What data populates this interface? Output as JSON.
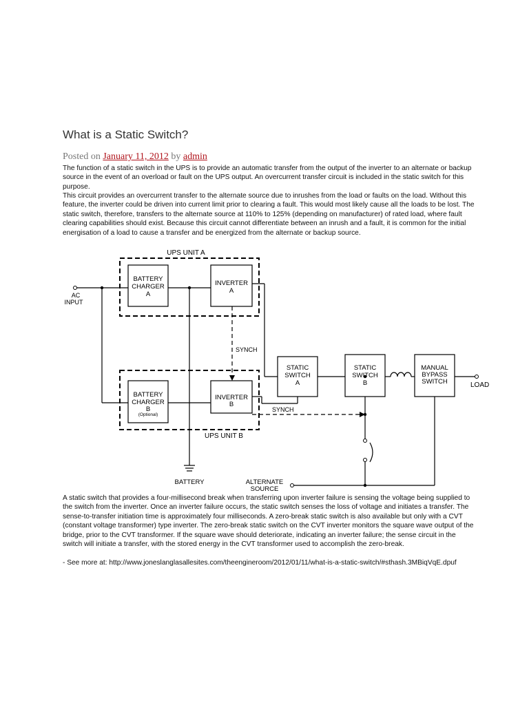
{
  "article": {
    "title": "What is a Static Switch?",
    "posted_on": "Posted on",
    "date": "January 11, 2012",
    "by": "by",
    "author": "admin",
    "paragraph_1": "The function of a static switch in the UPS is to provide an automatic transfer from the output of the inverter to an alternate or backup source in the event of an overload or fault on the UPS output. An overcurrent transfer circuit is included in the static switch for this purpose.",
    "paragraph_2": "This circuit provides an overcurrent transfer to the alternate source due to inrushes from the load or faults on the load. Without this feature, the inverter could be driven into current limit prior to clearing a fault. This would most likely cause all the loads to be lost. The static switch, therefore, transfers to the alternate source at 110% to 125% (depending on manufacturer) of rated load, where fault clearing capabilities should exist. Because this circuit cannot differentiate between an inrush and a fault, it is common for the initial energisation of a load to cause a transfer and be energized from the alternate or backup source.",
    "paragraph_3": "A static switch that provides a four-millisecond break when transferring upon inverter failure is sensing the voltage being supplied to the switch from the inverter. Once an inverter failure occurs, the static switch senses the loss of voltage and initiates a transfer. The sense-to-transfer initiation time is approximately four milliseconds. A zero-break static switch is also available but only with a CVT (constant voltage transformer) type inverter. The zero-break static switch on the CVT inverter monitors the square wave output of the bridge, prior to the CVT transformer. If the square wave should deteriorate, indicating an inverter failure; the sense circuit in the switch will initiate a transfer, with the stored energy in the CVT transformer used to accomplish the zero-break.",
    "see_more": "- See more at: http://www.joneslanglasallesites.com/theengineroom/2012/01/11/what-is-a-static-switch/#sthash.3MBiqVqE.dpuf"
  },
  "diagram": {
    "ups_unit_a": "UPS UNIT A",
    "ups_unit_b": "UPS UNIT B",
    "ac_input_1": "AC",
    "ac_input_2": "INPUT",
    "charger_a_1": "BATTERY",
    "charger_a_2": "CHARGER",
    "charger_a_3": "A",
    "inverter_a_1": "INVERTER",
    "inverter_a_2": "A",
    "charger_b_1": "BATTERY",
    "charger_b_2": "CHARGER",
    "charger_b_3": "B",
    "charger_b_4": "(Optional)",
    "inverter_b_1": "INVERTER",
    "inverter_b_2": "B",
    "synch_1": "SYNCH",
    "synch_2": "SYNCH",
    "static_a_1": "STATIC",
    "static_a_2": "SWITCH",
    "static_a_3": "A",
    "static_b_1": "STATIC",
    "static_b_2": "SWITCH",
    "static_b_3": "B",
    "bypass_1": "MANUAL",
    "bypass_2": "BYPASS",
    "bypass_3": "SWITCH",
    "load": "LOAD",
    "battery": "BATTERY",
    "alt_source_1": "ALTERNATE",
    "alt_source_2": "SOURCE"
  }
}
